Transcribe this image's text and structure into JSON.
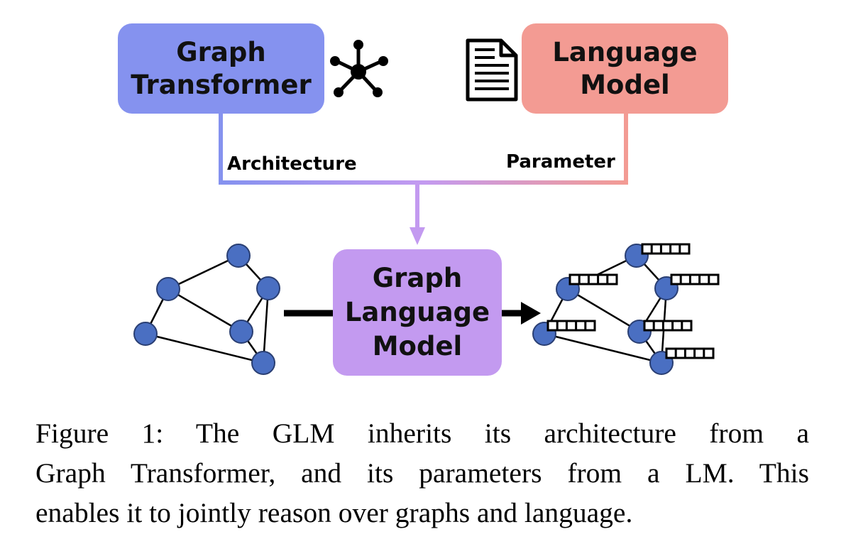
{
  "diagram": {
    "graph_transformer": [
      "Graph",
      "Transformer"
    ],
    "language_model": [
      "Language",
      "Model"
    ],
    "graph_language_model": [
      "Graph",
      "Language",
      "Model"
    ],
    "edge_architecture": "Architecture",
    "edge_parameter": "Parameter",
    "icons": [
      "graph-icon",
      "document-icon"
    ],
    "colors": {
      "graph_transformer": "#8592ef",
      "language_model": "#f39b93",
      "graph_language_model": "#c39af0",
      "node": "#4a6fc2"
    }
  },
  "caption": {
    "lines": [
      "Figure 1: The GLM inherits its architecture from a",
      "Graph Transformer, and its parameters from a LM. This",
      "enables it to jointly reason over graphs and language."
    ]
  }
}
